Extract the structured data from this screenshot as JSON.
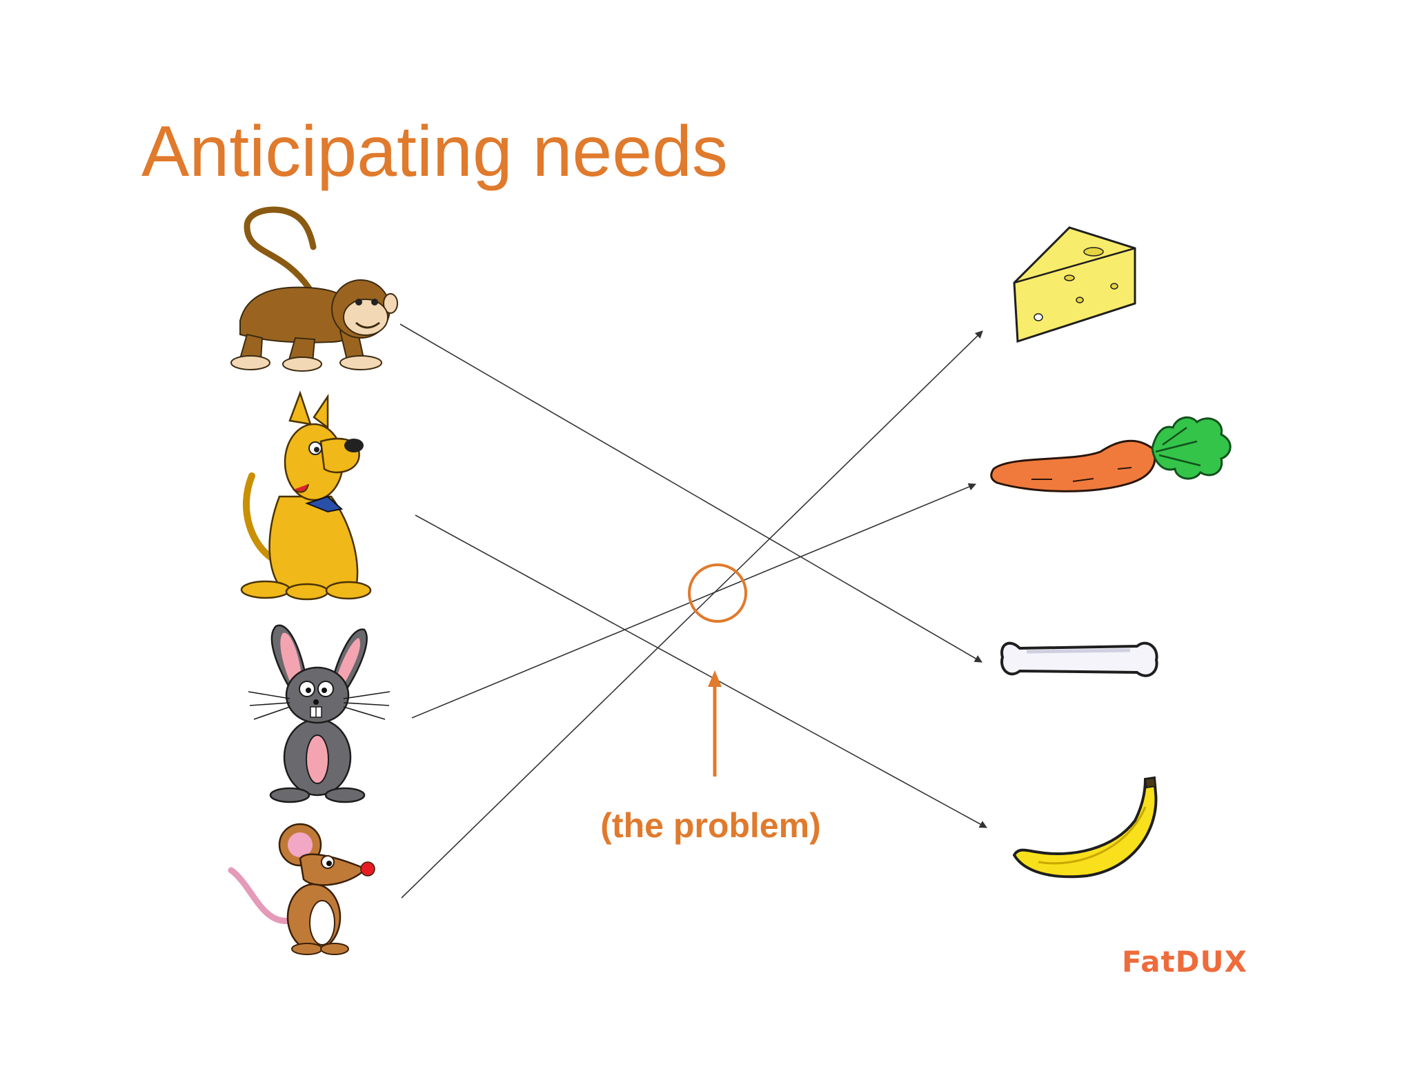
{
  "slide": {
    "title": "Anticipating needs",
    "caption": "(the problem)",
    "logo": "FatDUX"
  },
  "colors": {
    "accent": "#e07a2c",
    "logo": "#ee6b3b",
    "connector": "#333333"
  },
  "animals": [
    {
      "icon": "monkey-icon"
    },
    {
      "icon": "dog-icon"
    },
    {
      "icon": "rabbit-icon"
    },
    {
      "icon": "mouse-icon"
    }
  ],
  "foods": [
    {
      "icon": "cheese-icon"
    },
    {
      "icon": "carrot-icon"
    },
    {
      "icon": "bone-icon"
    },
    {
      "icon": "banana-icon"
    }
  ]
}
